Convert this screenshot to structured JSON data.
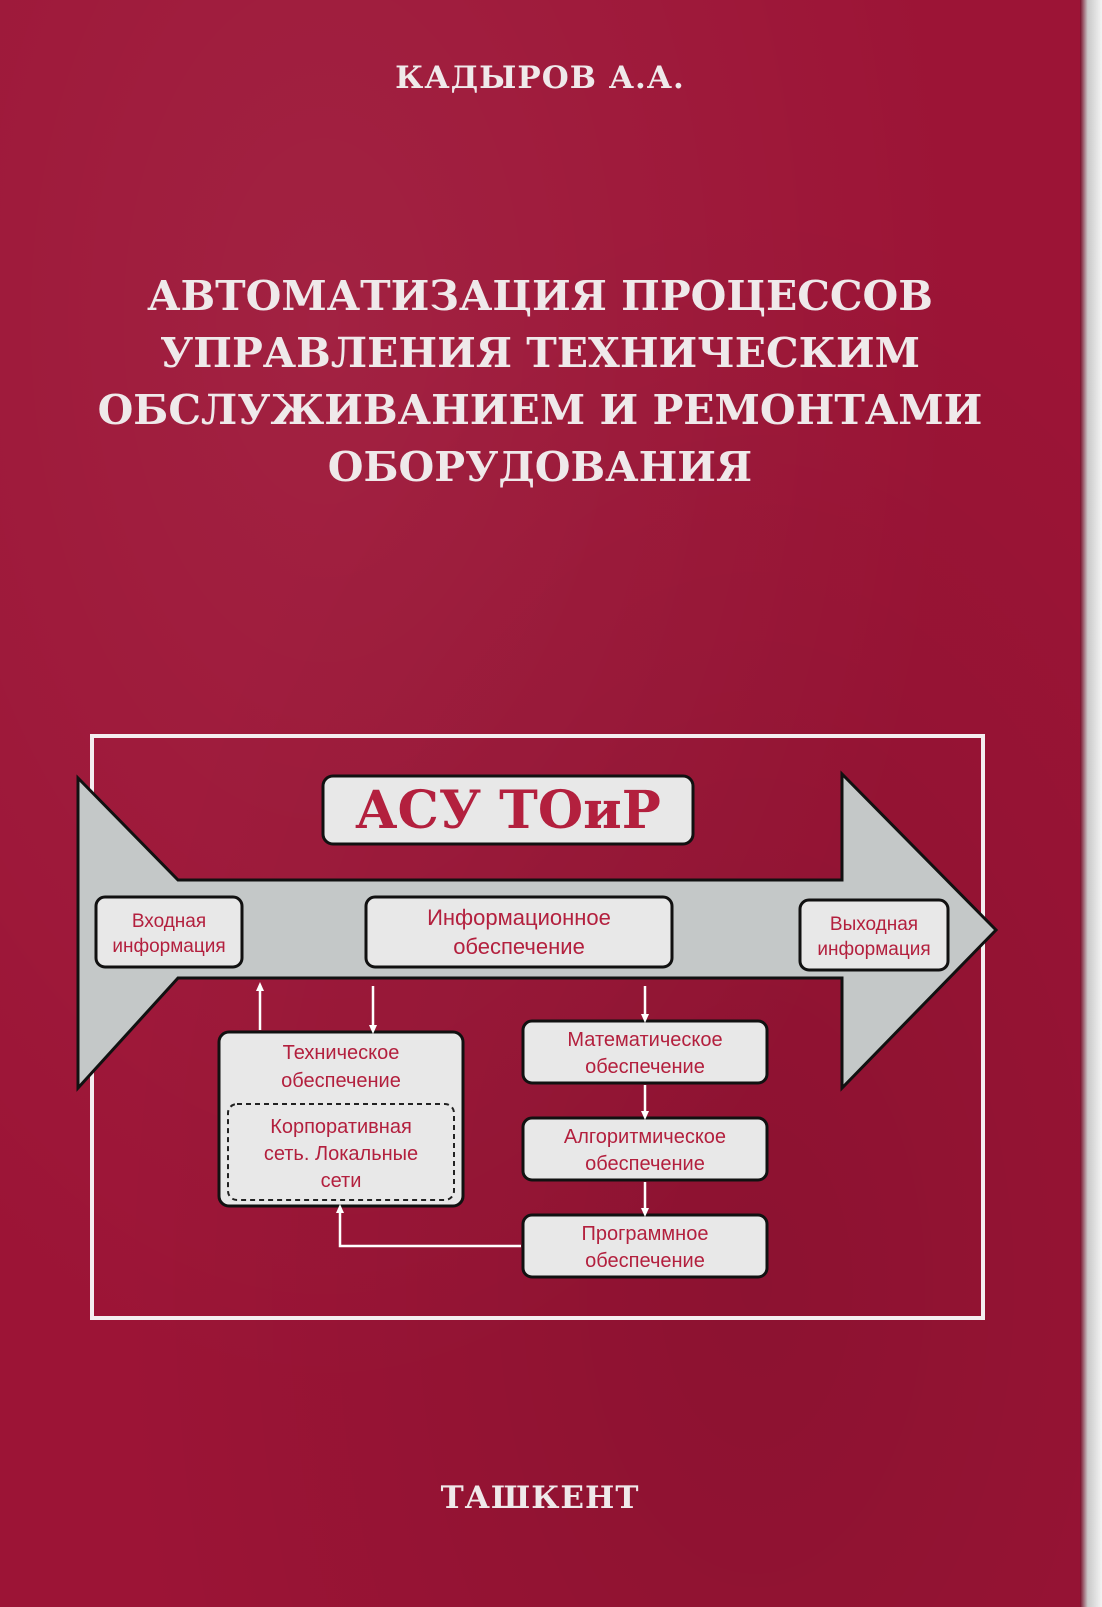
{
  "author": "КАДЫРОВ А.А.",
  "title_lines": [
    "АВТОМАТИЗАЦИЯ ПРОЦЕССОВ",
    "УПРАВЛЕНИЯ ТЕХНИЧЕСКИМ",
    "ОБСЛУЖИВАНИЕМ И РЕМОНТАМИ",
    "ОБОРУДОВАНИЯ"
  ],
  "diagram": {
    "header": "АСУ ТОиР",
    "input_info": [
      "Входная",
      "информация"
    ],
    "info_support": [
      "Информационное",
      "обеспечение"
    ],
    "output_info": [
      "Выходная",
      "информация"
    ],
    "tech_support": [
      "Техническое",
      "обеспечение"
    ],
    "corp_network": [
      "Корпоративная",
      "сеть. Локальные",
      "сети"
    ],
    "math_support": [
      "Математическое",
      "обеспечение"
    ],
    "algo_support": [
      "Алгоритмическое",
      "обеспечение"
    ],
    "soft_support": [
      "Программное",
      "обеспечение"
    ]
  },
  "city": "ТАШКЕНТ",
  "colors": {
    "cover": "#9c1436",
    "text_light": "#efe9ea",
    "diagram_text": "#b3203e",
    "arrow_fill": "#c4c8c8",
    "box_fill": "#e8e8e8"
  }
}
